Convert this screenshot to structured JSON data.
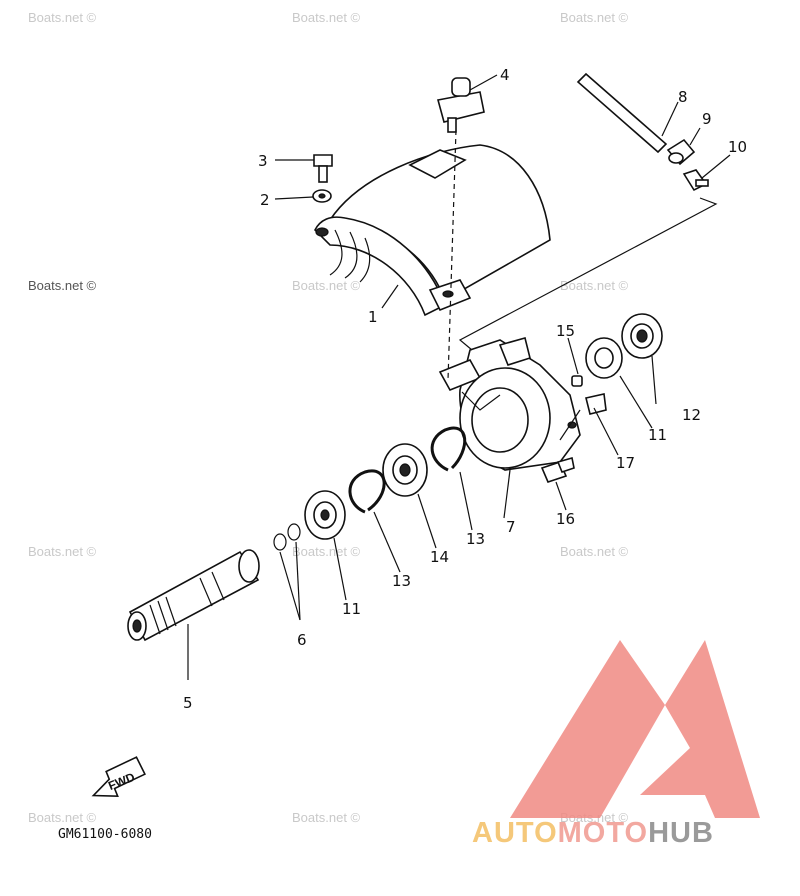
{
  "diagram": {
    "callouts": [
      "1",
      "2",
      "3",
      "4",
      "5",
      "6",
      "7",
      "8",
      "9",
      "10",
      "11",
      "11",
      "12",
      "13",
      "13",
      "14",
      "15",
      "16",
      "17"
    ],
    "part_code": "GM61100-6080",
    "fwd_label": "FWD",
    "watermark": "Boats.net ©",
    "logo": {
      "text_parts": [
        "AUTO",
        "MOTO",
        "HUB"
      ],
      "colors": {
        "auto": "#f5c87a",
        "moto": "#f2a8a0",
        "hub": "#9a9a9a",
        "triangle": "#f08a82"
      }
    }
  }
}
